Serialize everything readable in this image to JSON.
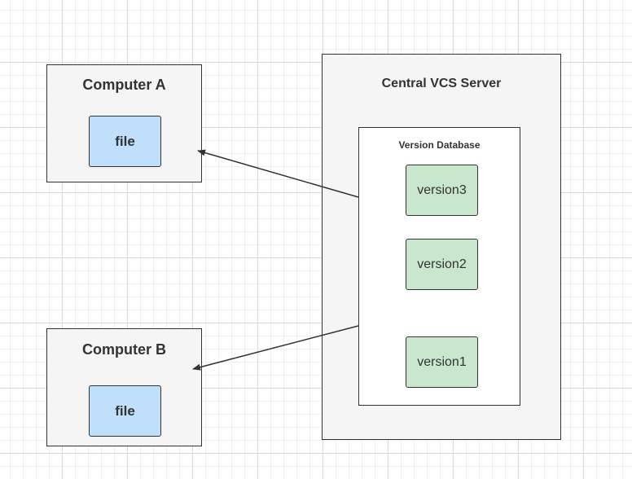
{
  "computer_a": {
    "title": "Computer A",
    "file_label": "file"
  },
  "computer_b": {
    "title": "Computer B",
    "file_label": "file"
  },
  "server": {
    "title": "Central VCS Server",
    "database": {
      "title": "Version Database",
      "versions": [
        "version3",
        "version2",
        "version1"
      ]
    }
  },
  "colors": {
    "container_fill": "#f5f5f5",
    "file_fill": "#bfdffb",
    "version_fill": "#c9e7cc",
    "stroke": "#333333"
  }
}
